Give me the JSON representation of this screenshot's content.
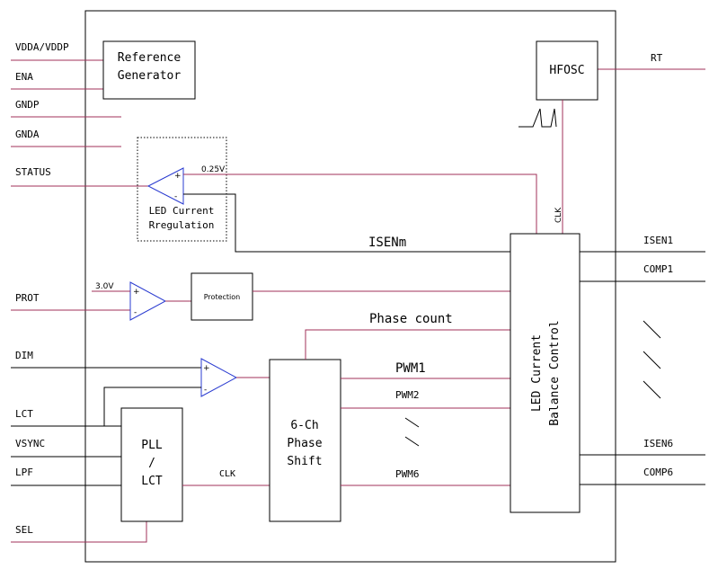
{
  "pins_left": [
    "VDDA/VDDP",
    "ENA",
    "GNDP",
    "GNDA",
    "STATUS",
    "PROT",
    "DIM",
    "LCT",
    "VSYNC",
    "LPF",
    "SEL"
  ],
  "pins_right": [
    "RT",
    "ISEN1",
    "COMP1",
    "ISEN6",
    "COMP6"
  ],
  "blocks": {
    "reference_generator": [
      "Reference",
      "Generator"
    ],
    "hfosc": "HFOSC",
    "led_current_regulation": [
      "LED Current",
      "Rregulation"
    ],
    "protection": "Protection",
    "pll_lct": [
      "PLL",
      "/",
      "LCT"
    ],
    "phase_shift": [
      "6-Ch",
      "Phase",
      "Shift"
    ],
    "balance_control": [
      "LED Current",
      "Balance Control"
    ]
  },
  "signals": {
    "v025": "0.25V",
    "v30": "3.0V",
    "clk_vertical": "CLK",
    "isenm": "ISENm",
    "phase_count": "Phase count",
    "pwm1": "PWM1",
    "pwm2": "PWM2",
    "pwm6": "PWM6",
    "clk": "CLK"
  },
  "amp_signs": {
    "plus": "+",
    "minus": "-"
  },
  "colors": {
    "wire": "#a0305a",
    "amplifier": "#2a3bd0",
    "line": "#000000"
  }
}
